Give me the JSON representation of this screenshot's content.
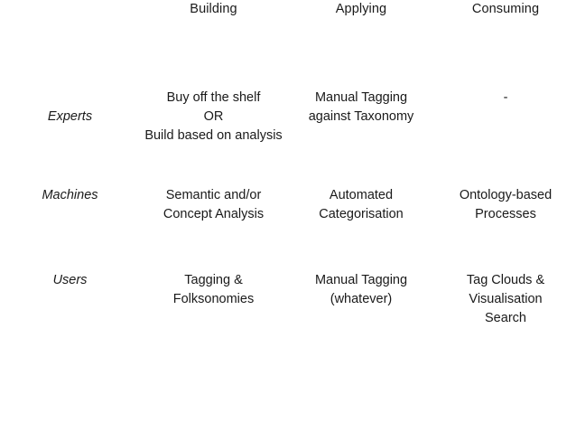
{
  "slide": {
    "background_color": "#ffffff",
    "text_color": "#1a1a1a",
    "corner_label": ""
  },
  "matrix": {
    "corner_header": "",
    "column_headers": [
      "Building",
      "Applying",
      "Consuming"
    ],
    "rows": [
      {
        "label": "Experts",
        "cells": [
          {
            "lines": [
              "Buy off the shelf",
              "OR",
              "Build based on analysis"
            ]
          },
          {
            "lines": [
              "Manual Tagging",
              "against Taxonomy"
            ]
          },
          {
            "lines": [
              "-"
            ]
          }
        ]
      },
      {
        "label": "Machines",
        "cells": [
          {
            "lines": [
              "Semantic and/or",
              "Concept Analysis"
            ]
          },
          {
            "lines": [
              "Automated",
              "Categorisation"
            ]
          },
          {
            "lines": [
              "Ontology-based",
              "Processes"
            ]
          }
        ]
      },
      {
        "label": "Users",
        "cells": [
          {
            "lines": [
              "Tagging &",
              "Folksonomies"
            ]
          },
          {
            "lines": [
              "Manual Tagging",
              "(whatever)"
            ]
          },
          {
            "lines": [
              "Tag Clouds &",
              "Visualisation",
              "Search"
            ]
          }
        ]
      }
    ]
  }
}
